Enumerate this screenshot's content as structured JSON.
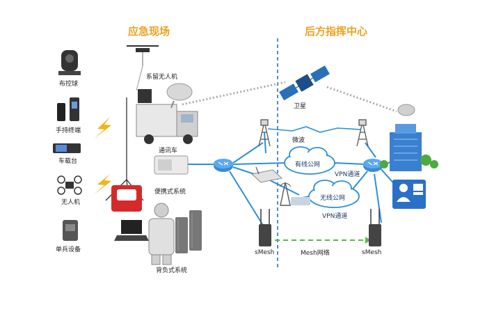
{
  "sections": {
    "left_title": "应急现场",
    "right_title": "后方指挥中心"
  },
  "devices": {
    "ptz": "布控球",
    "handheld": "手持终端",
    "vehicle_unit": "车载台",
    "drone": "无人机",
    "soldier": "单兵设备"
  },
  "labels": {
    "tethered_drone": "系留无人机",
    "comm_vehicle": "通讯车",
    "portable_system": "便携式系统",
    "backpack_system": "背负式系统",
    "satellite": "卫星",
    "microwave": "微波",
    "wired_net": "有线公网",
    "wireless_net": "无线公网",
    "vpn1": "VPN通道",
    "vpn2": "VPN通道",
    "smesh_left": "sMesh",
    "smesh_right": "sMesh",
    "mesh_net": "Mesh网络"
  },
  "colors": {
    "header": "#f0a020",
    "link": "#2a8fd8",
    "divider": "#2a6fc0",
    "mesh_link": "#58b848",
    "lightning": "#f2b418"
  }
}
